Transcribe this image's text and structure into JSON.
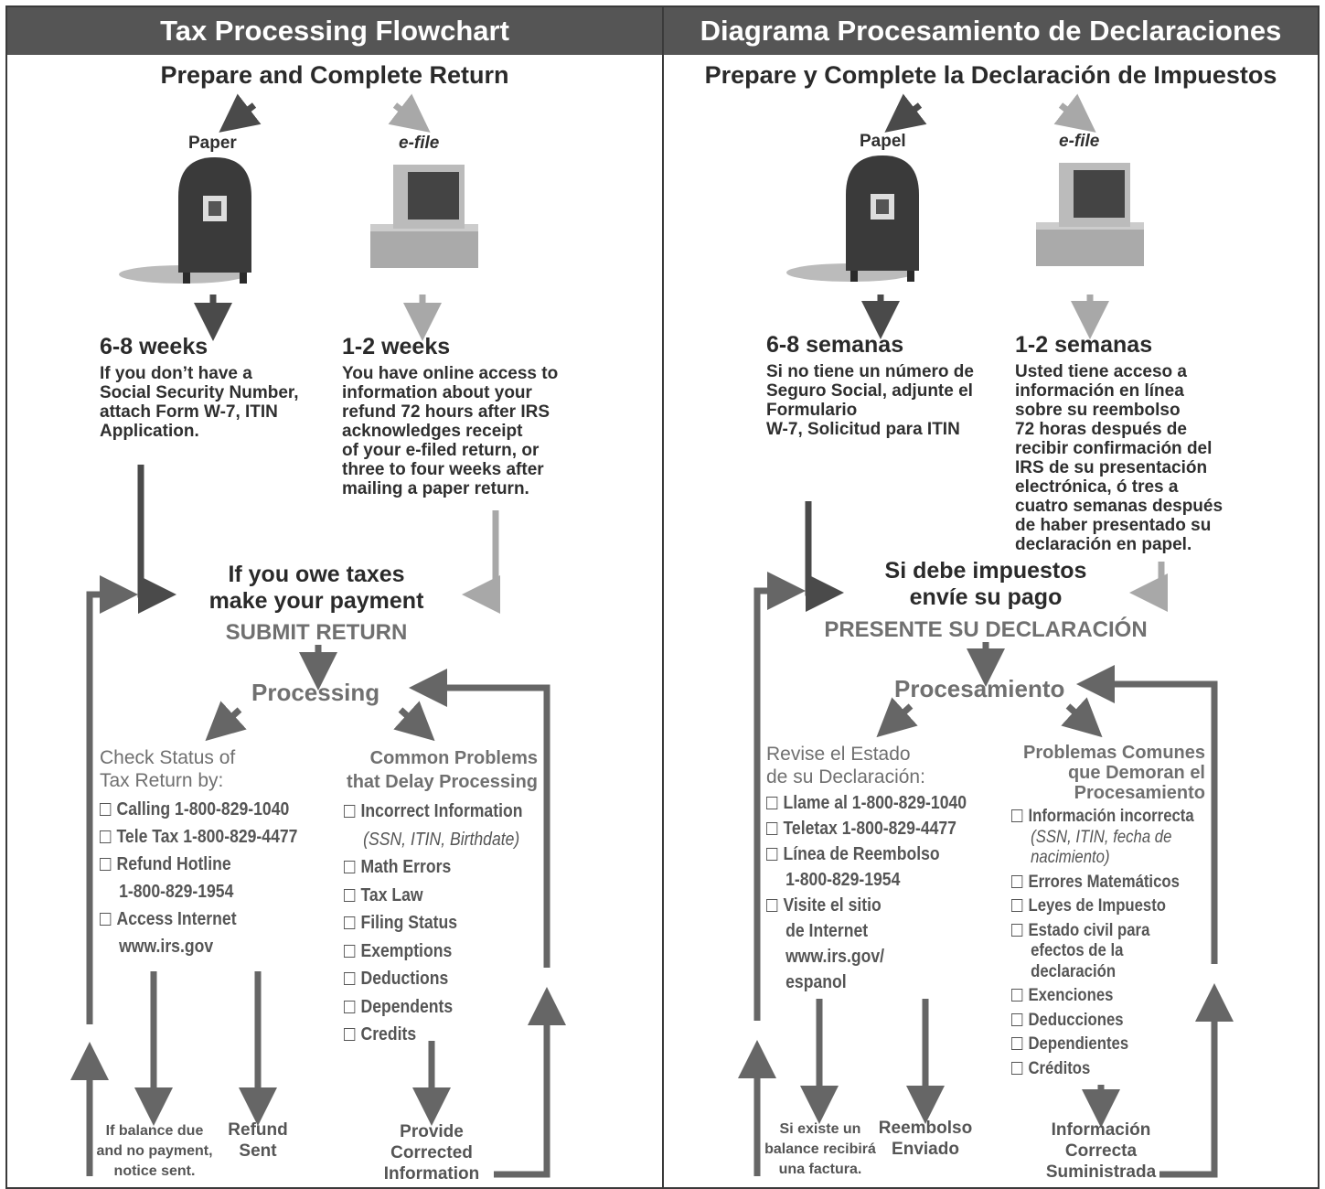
{
  "left": {
    "banner": "Tax Processing Flowchart",
    "subtitle": "Prepare and Complete Return",
    "paper_label": "Paper",
    "efile_label": "e-file",
    "paper_weeks": "6-8 weeks",
    "paper_text": [
      "If you don’t have a",
      "Social Security Number,",
      "attach Form W-7, ITIN",
      "Application."
    ],
    "efile_weeks": "1-2 weeks",
    "efile_text": [
      "You have online access to",
      "information about your",
      "refund 72 hours after IRS",
      "acknowledges receipt",
      "of your e-filed return, or",
      "three to four weeks after",
      "mailing a paper return."
    ],
    "owe": [
      "If you owe taxes",
      "make your payment"
    ],
    "submit": "SUBMIT RETURN",
    "processing": "Processing",
    "check_title": [
      "Check Status of",
      "Tax Return by:"
    ],
    "check_items": [
      "Calling 1-800-829-1040",
      "Tele Tax 1-800-829-4477",
      "Refund Hotline",
      "1-800-829-1954",
      "Access Internet",
      "www.irs.gov"
    ],
    "problems_title": [
      "Common Problems",
      "that Delay Processing"
    ],
    "problems_items": [
      "Incorrect Information",
      "(SSN, ITIN, Birthdate)",
      "Math Errors",
      "Tax Law",
      "Filing Status",
      "Exemptions",
      "Deductions",
      "Dependents",
      "Credits"
    ],
    "balance": [
      "If balance due",
      "and no payment,",
      "notice sent."
    ],
    "refund": [
      "Refund",
      "Sent"
    ],
    "provide": [
      "Provide",
      "Corrected",
      "Information"
    ]
  },
  "right": {
    "banner": "Diagrama Procesamiento de Declaraciones",
    "subtitle": "Prepare y Complete la Declaración de Impuestos",
    "paper_label": "Papel",
    "efile_label": "e-file",
    "paper_weeks": "6-8 semanas",
    "paper_text": [
      "Si no tiene un número de",
      "Seguro Social, adjunte el",
      "Formulario",
      "W-7, Solicitud para ITIN"
    ],
    "efile_weeks": "1-2 semanas",
    "efile_text": [
      "Usted tiene acceso a",
      "información en línea",
      "sobre su reembolso",
      "72 horas después de",
      "recibir confirmación del",
      "IRS de su presentación",
      "electrónica, ó tres a",
      "cuatro semanas después",
      "de haber presentado su",
      "declaración en papel."
    ],
    "owe": [
      "Si debe impuestos",
      "envíe su pago"
    ],
    "submit": "PRESENTE SU DECLARACIÓN",
    "processing": "Procesamiento",
    "check_title": [
      "Revise el Estado",
      "de su Declaración:"
    ],
    "check_items": [
      "Llame al 1-800-829-1040",
      "Teletax 1-800-829-4477",
      "Línea de Reembolso",
      "1-800-829-1954",
      "Visite el sitio",
      "de Internet",
      "www.irs.gov/",
      "espanol"
    ],
    "problems_title": [
      "Problemas Comunes",
      "que Demoran el",
      "Procesamiento"
    ],
    "problems_items": [
      "Información incorrecta",
      "(SSN, ITIN, fecha de",
      "nacimiento)",
      "Errores Matemáticos",
      "Leyes de Impuesto",
      "Estado civil para",
      "efectos de la",
      "declaración",
      "Exenciones",
      "Deducciones",
      "Dependientes",
      "Créditos"
    ],
    "balance": [
      "Si existe un",
      "balance recibirá",
      "una factura."
    ],
    "refund": [
      "Reembolso",
      "Enviado"
    ],
    "provide": [
      "Información",
      "Correcta",
      "Suministrada"
    ]
  },
  "colors": {
    "dark_arrow": "#4a4a4a",
    "light_arrow": "#a8a8a8",
    "mid_arrow": "#666666",
    "banner": "#555555"
  }
}
